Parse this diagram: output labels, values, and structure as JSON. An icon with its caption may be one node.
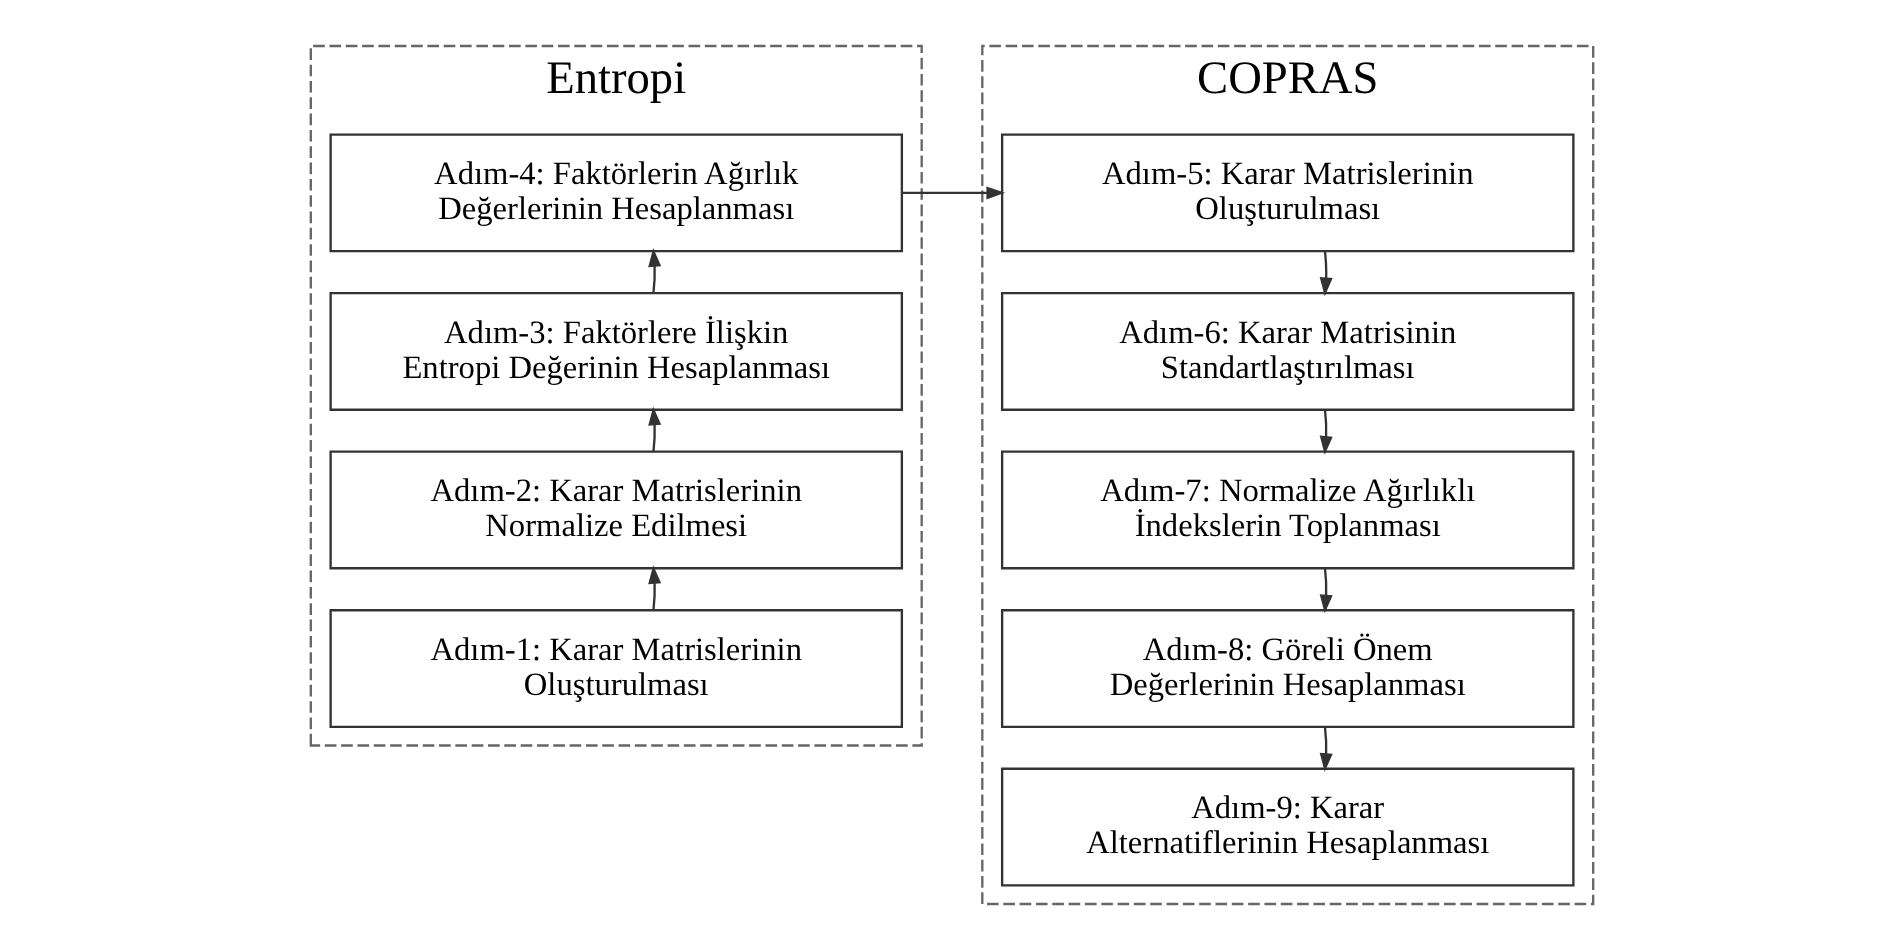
{
  "diagram": {
    "nodes": [
      {
        "text": [
          "Entropi"
        ]
      },
      {
        "text": [
          "Adım-4: Faktörlerin Ağırlık Değerlerinin Hesaplanması"
        ],
        "in": 0
      },
      {
        "text": [
          "Adım-3: Faktörlere İlişkin Entropi Değerinin Hesaplanması"
        ],
        "in": 0
      },
      {
        "text": [
          "Adım-2: Karar Matrislerinin Normalize Edilmesi"
        ],
        "in": 0
      },
      {
        "text": [
          "Adım-1: Karar Matrislerinin Oluşturulması"
        ],
        "in": 0
      },
      {
        "text": [
          "COPRAS"
        ]
      },
      {
        "text": [
          "Adım-5: Karar Matrislerinin Oluşturulması"
        ],
        "in": 5
      },
      {
        "text": [
          "Adım-6: Karar Matrisinin Standartlaştırılması"
        ],
        "in": 5
      },
      {
        "text": [
          "Adım-7: Normalize Ağırlıklı İndekslerin Toplanması"
        ],
        "in": 5
      },
      {
        "text": [
          "Adım-8: Göreli Önem Değerlerinin Hesaplanması"
        ],
        "in": 5
      },
      {
        "text": [
          "Adım-9: Karar Alternatiflerinin Hesaplanması"
        ],
        "in": 5
      }
    ],
    "edges": [
      {
        "from": 4,
        "to": 3,
        "arrow": "to"
      },
      {
        "from": 3,
        "to": 2,
        "arrow": "to"
      },
      {
        "from": 2,
        "to": 1,
        "arrow": "to"
      },
      {
        "from": 1,
        "to": 6,
        "arrow": "to"
      },
      {
        "from": 6,
        "to": 7,
        "arrow": "to"
      },
      {
        "from": 7,
        "to": 8,
        "arrow": "to"
      },
      {
        "from": 8,
        "to": 9,
        "arrow": "to"
      },
      {
        "from": 9,
        "to": 10,
        "arrow": "to"
      }
    ]
  }
}
